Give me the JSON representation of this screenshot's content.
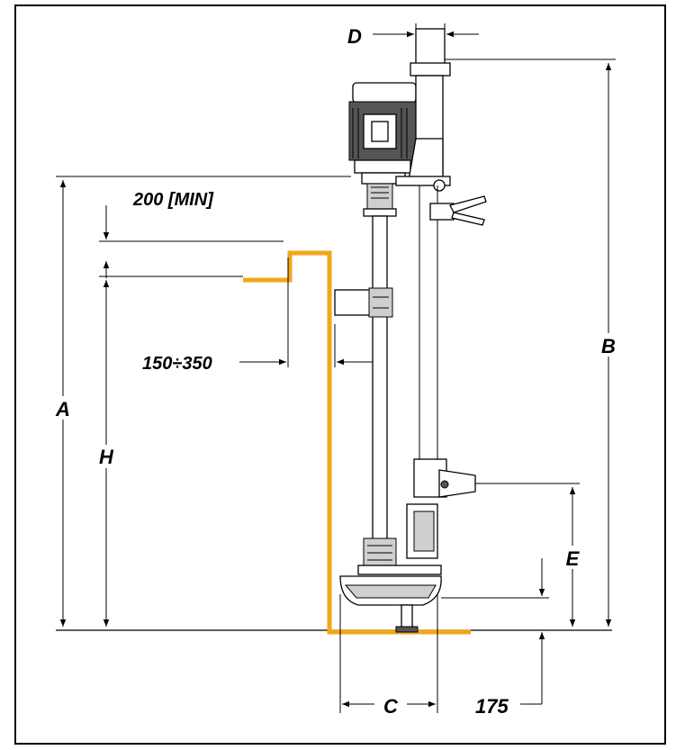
{
  "labels": {
    "A": "A",
    "B": "B",
    "C": "C",
    "D": "D",
    "E": "E",
    "H": "H",
    "min_gap_value": "200 [",
    "min_gap_unit": "MIN",
    "min_gap_close": "]",
    "flange_range": "150÷350",
    "bottom_clearance": "175"
  },
  "colors": {
    "tank_outline": "#f2a619",
    "line": "#000000",
    "frame": "#000000"
  }
}
